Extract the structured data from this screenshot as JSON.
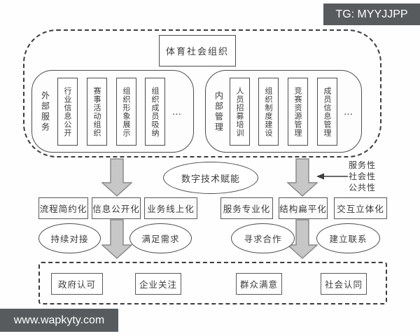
{
  "watermark_top": "TG: MYYJJPP",
  "watermark_bottom": "www.wapkyty.com",
  "title": "体育社会组织",
  "groups": [
    {
      "label": "外部服务",
      "items": [
        "行业信息公开",
        "赛事活动组织",
        "组织形象展示",
        "组织成员吸纳"
      ],
      "more": "…"
    },
    {
      "label": "内部管理",
      "items": [
        "人员招募培训",
        "组织制度建设",
        "竞赛资源管理",
        "成员信息管理"
      ],
      "more": "…"
    }
  ],
  "empowerment": "数字技术赋能",
  "attributes": [
    "服务性",
    "社会性",
    "公共性"
  ],
  "mechanisms": [
    "流程简约化",
    "信息公开化",
    "业务线上化",
    "服务专业化",
    "结构扁平化",
    "交互立体化"
  ],
  "actions": [
    "持续对接",
    "满足需求",
    "寻求合作",
    "建立联系"
  ],
  "outcomes": [
    "政府认可",
    "企业关注",
    "群众满意",
    "社会认同"
  ],
  "colors": {
    "arrow_fill": "#c7c7c7",
    "arrow_stroke": "#8a8a8a",
    "line": "#3d3d3d",
    "watermark_bg": "#585b5e"
  }
}
